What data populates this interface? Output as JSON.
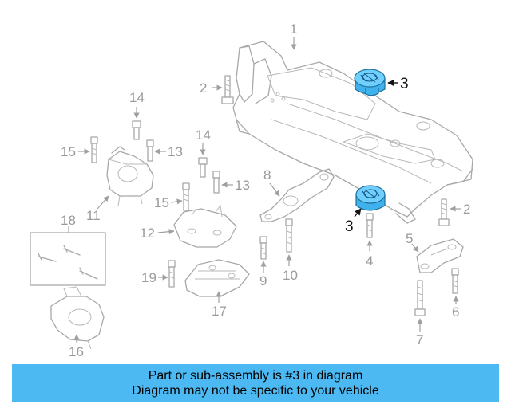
{
  "callouts": {
    "c1": "1",
    "c2a": "2",
    "c2b": "2",
    "c3a": "3",
    "c3b": "3",
    "c4": "4",
    "c5": "5",
    "c6": "6",
    "c7": "7",
    "c8": "8",
    "c9": "9",
    "c10": "10",
    "c11": "11",
    "c12": "12",
    "c13a": "13",
    "c13b": "13",
    "c14a": "14",
    "c14b": "14",
    "c15a": "15",
    "c15b": "15",
    "c16": "16",
    "c17": "17",
    "c18": "18",
    "c19": "19"
  },
  "highlight_color": "#3fb1ec",
  "banner": {
    "line1": "Part or sub-assembly is #3 in diagram",
    "line2": "Diagram may not be specific to your vehicle",
    "background": "#4cb9f3"
  }
}
